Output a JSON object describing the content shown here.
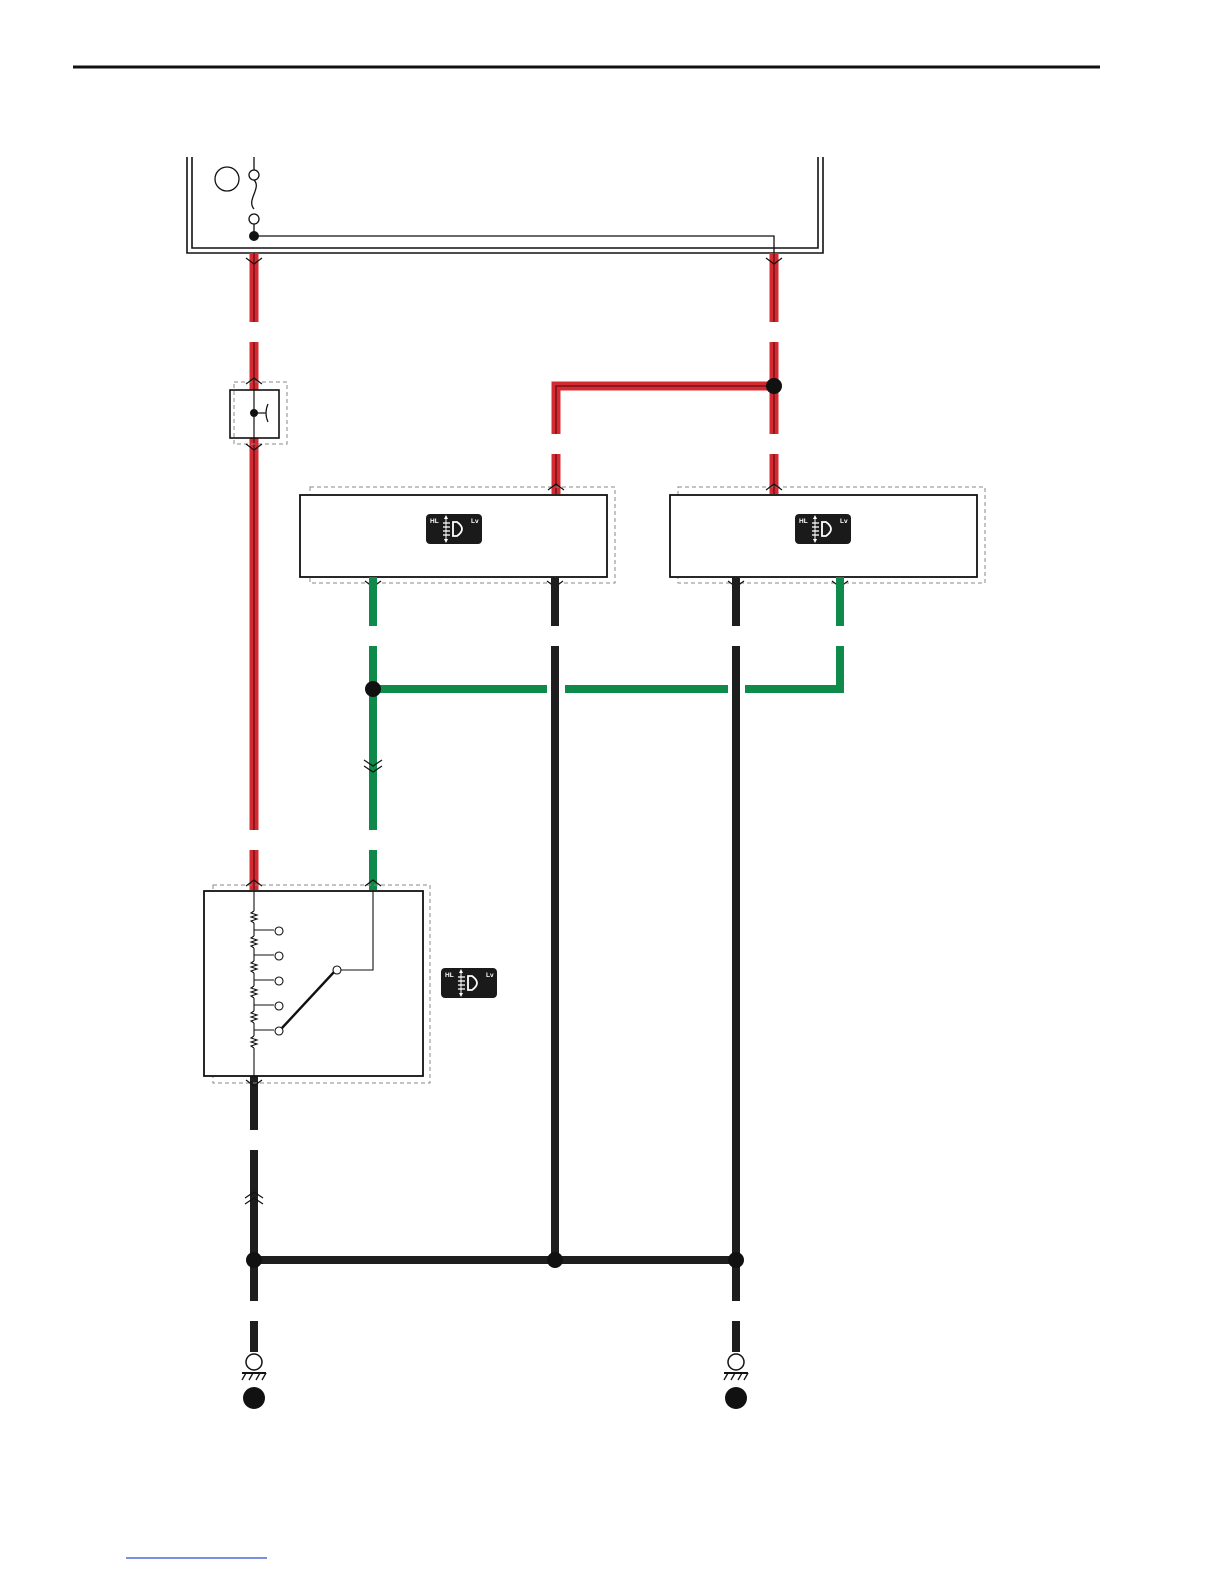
{
  "document": {
    "header_rule": true,
    "footer_link_text": ""
  },
  "colors": {
    "power_wire": "#d42b32",
    "power_wire_core": "#7a1016",
    "signal_wire": "#0e8a4a",
    "ground_wire": "#1e1e1e",
    "outline": "#111111",
    "dashed_box": "#888888",
    "footer_link": "#2b4bd0",
    "icon_bg": "#1a1a1a"
  },
  "icons": {
    "leveling_badge": {
      "name": "headlamp-leveling-icon",
      "left_label": "HL",
      "right_label": "Lv"
    }
  },
  "components": [
    {
      "id": "fuse-box",
      "name": "fuse-relay-box",
      "label": ""
    },
    {
      "id": "fuse",
      "name": "fuse",
      "label": ""
    },
    {
      "id": "inline-connector",
      "name": "inline-fuse-connector",
      "label": ""
    },
    {
      "id": "actuator-left",
      "name": "left-headlamp-leveling-actuator",
      "label": ""
    },
    {
      "id": "actuator-right",
      "name": "right-headlamp-leveling-actuator",
      "label": ""
    },
    {
      "id": "leveling-switch",
      "name": "headlamp-leveling-switch",
      "label": ""
    },
    {
      "id": "ground-left",
      "name": "ground-point-left",
      "label": ""
    },
    {
      "id": "ground-right",
      "name": "ground-point-right",
      "label": ""
    }
  ]
}
